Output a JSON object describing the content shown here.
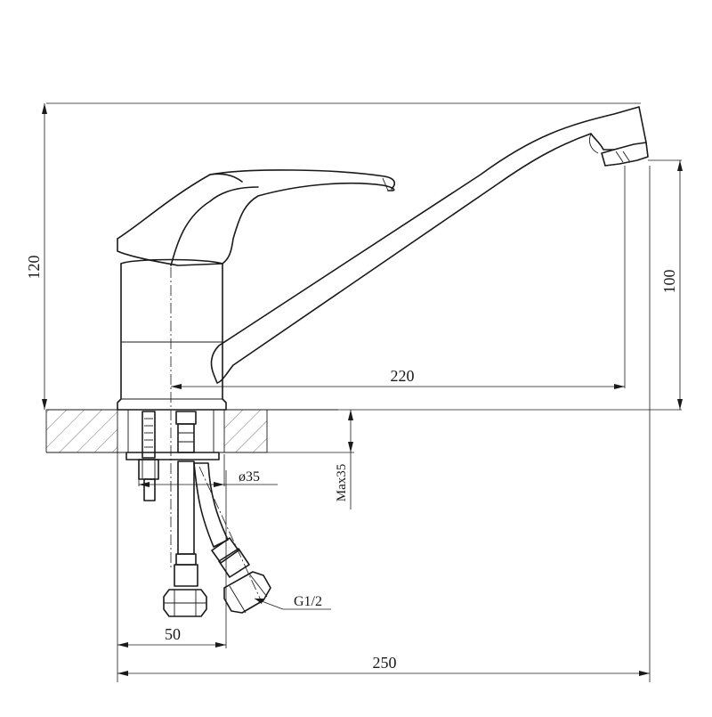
{
  "dimensions": {
    "height_total": "120",
    "height_spout": "100",
    "spout_reach": "220",
    "hole_diameter": "ø35",
    "max_thickness": "Max35",
    "thread": "G1/2",
    "hose_offset": "50",
    "total_width": "250"
  },
  "colors": {
    "line": "#1a1a1a",
    "background": "#ffffff"
  }
}
